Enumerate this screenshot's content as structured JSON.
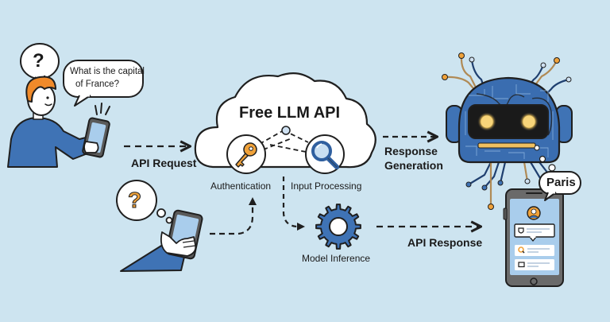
{
  "diagram": {
    "title": "Free LLM API",
    "colors": {
      "background": "#cde4f0",
      "brand_blue": "#3f73b5",
      "accent_orange": "#f0a23a",
      "outline": "#1f1f1f",
      "screen_blue": "#a9cdec"
    },
    "nodes": {
      "user_question": "What is the capital of France?",
      "user_question_line1": "What is the capital",
      "user_question_line2": "of France?",
      "question_mark": "?",
      "cloud_title": "Free LLM API",
      "authentication": "Authentication",
      "input_processing": "Input Processing",
      "model_inference": "Model Inference",
      "response_generation_line1": "Response",
      "response_generation_line2": "Generation",
      "answer": "Paris"
    },
    "edges": [
      {
        "from": "user",
        "to": "cloud",
        "label": "API Request"
      },
      {
        "from": "hand-phone",
        "to": "authentication",
        "label": ""
      },
      {
        "from": "input-processing",
        "to": "model-inference",
        "label": ""
      },
      {
        "from": "cloud",
        "to": "robot",
        "label": "Response Generation"
      },
      {
        "from": "model-inference",
        "to": "result-phone",
        "label": "API Response"
      }
    ],
    "edge_labels": {
      "api_request": "API Request",
      "api_response": "API Response"
    },
    "icons": [
      "person-icon",
      "smartphone-icon",
      "question-icon",
      "cloud-icon",
      "key-icon",
      "magnifier-icon",
      "gear-icon",
      "robot-icon",
      "hand-icon",
      "chat-bubble-icon"
    ]
  }
}
